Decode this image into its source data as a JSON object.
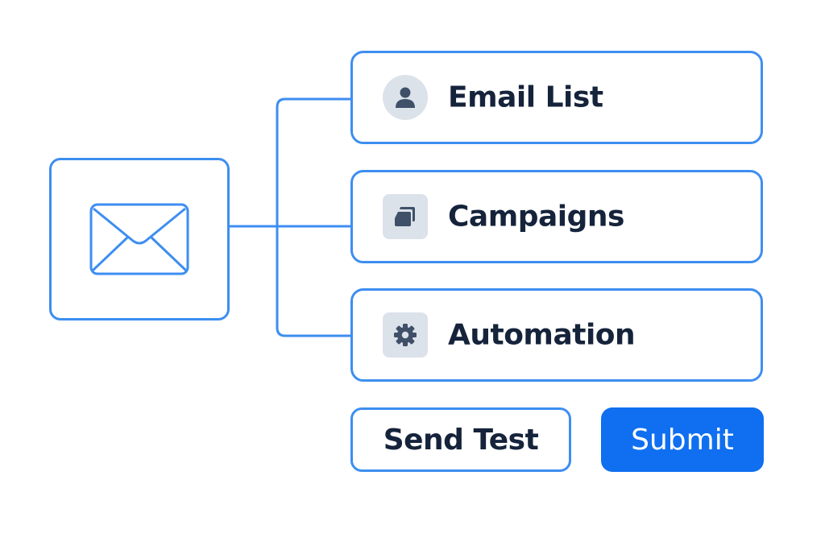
{
  "mail_panel": {
    "icon": "envelope-icon"
  },
  "menu": {
    "items": [
      {
        "label": "Email List",
        "icon": "user-icon"
      },
      {
        "label": "Campaigns",
        "icon": "campaigns-icon"
      },
      {
        "label": "Automation",
        "icon": "gear-icon"
      }
    ]
  },
  "actions": {
    "send_test_label": "Send Test",
    "submit_label": "Submit"
  },
  "colors": {
    "accent": "#3d8ef0",
    "primary_button": "#0f6ff0",
    "text": "#15233b",
    "icon_bg": "#dce2ea",
    "icon_fg": "#3f5068"
  }
}
